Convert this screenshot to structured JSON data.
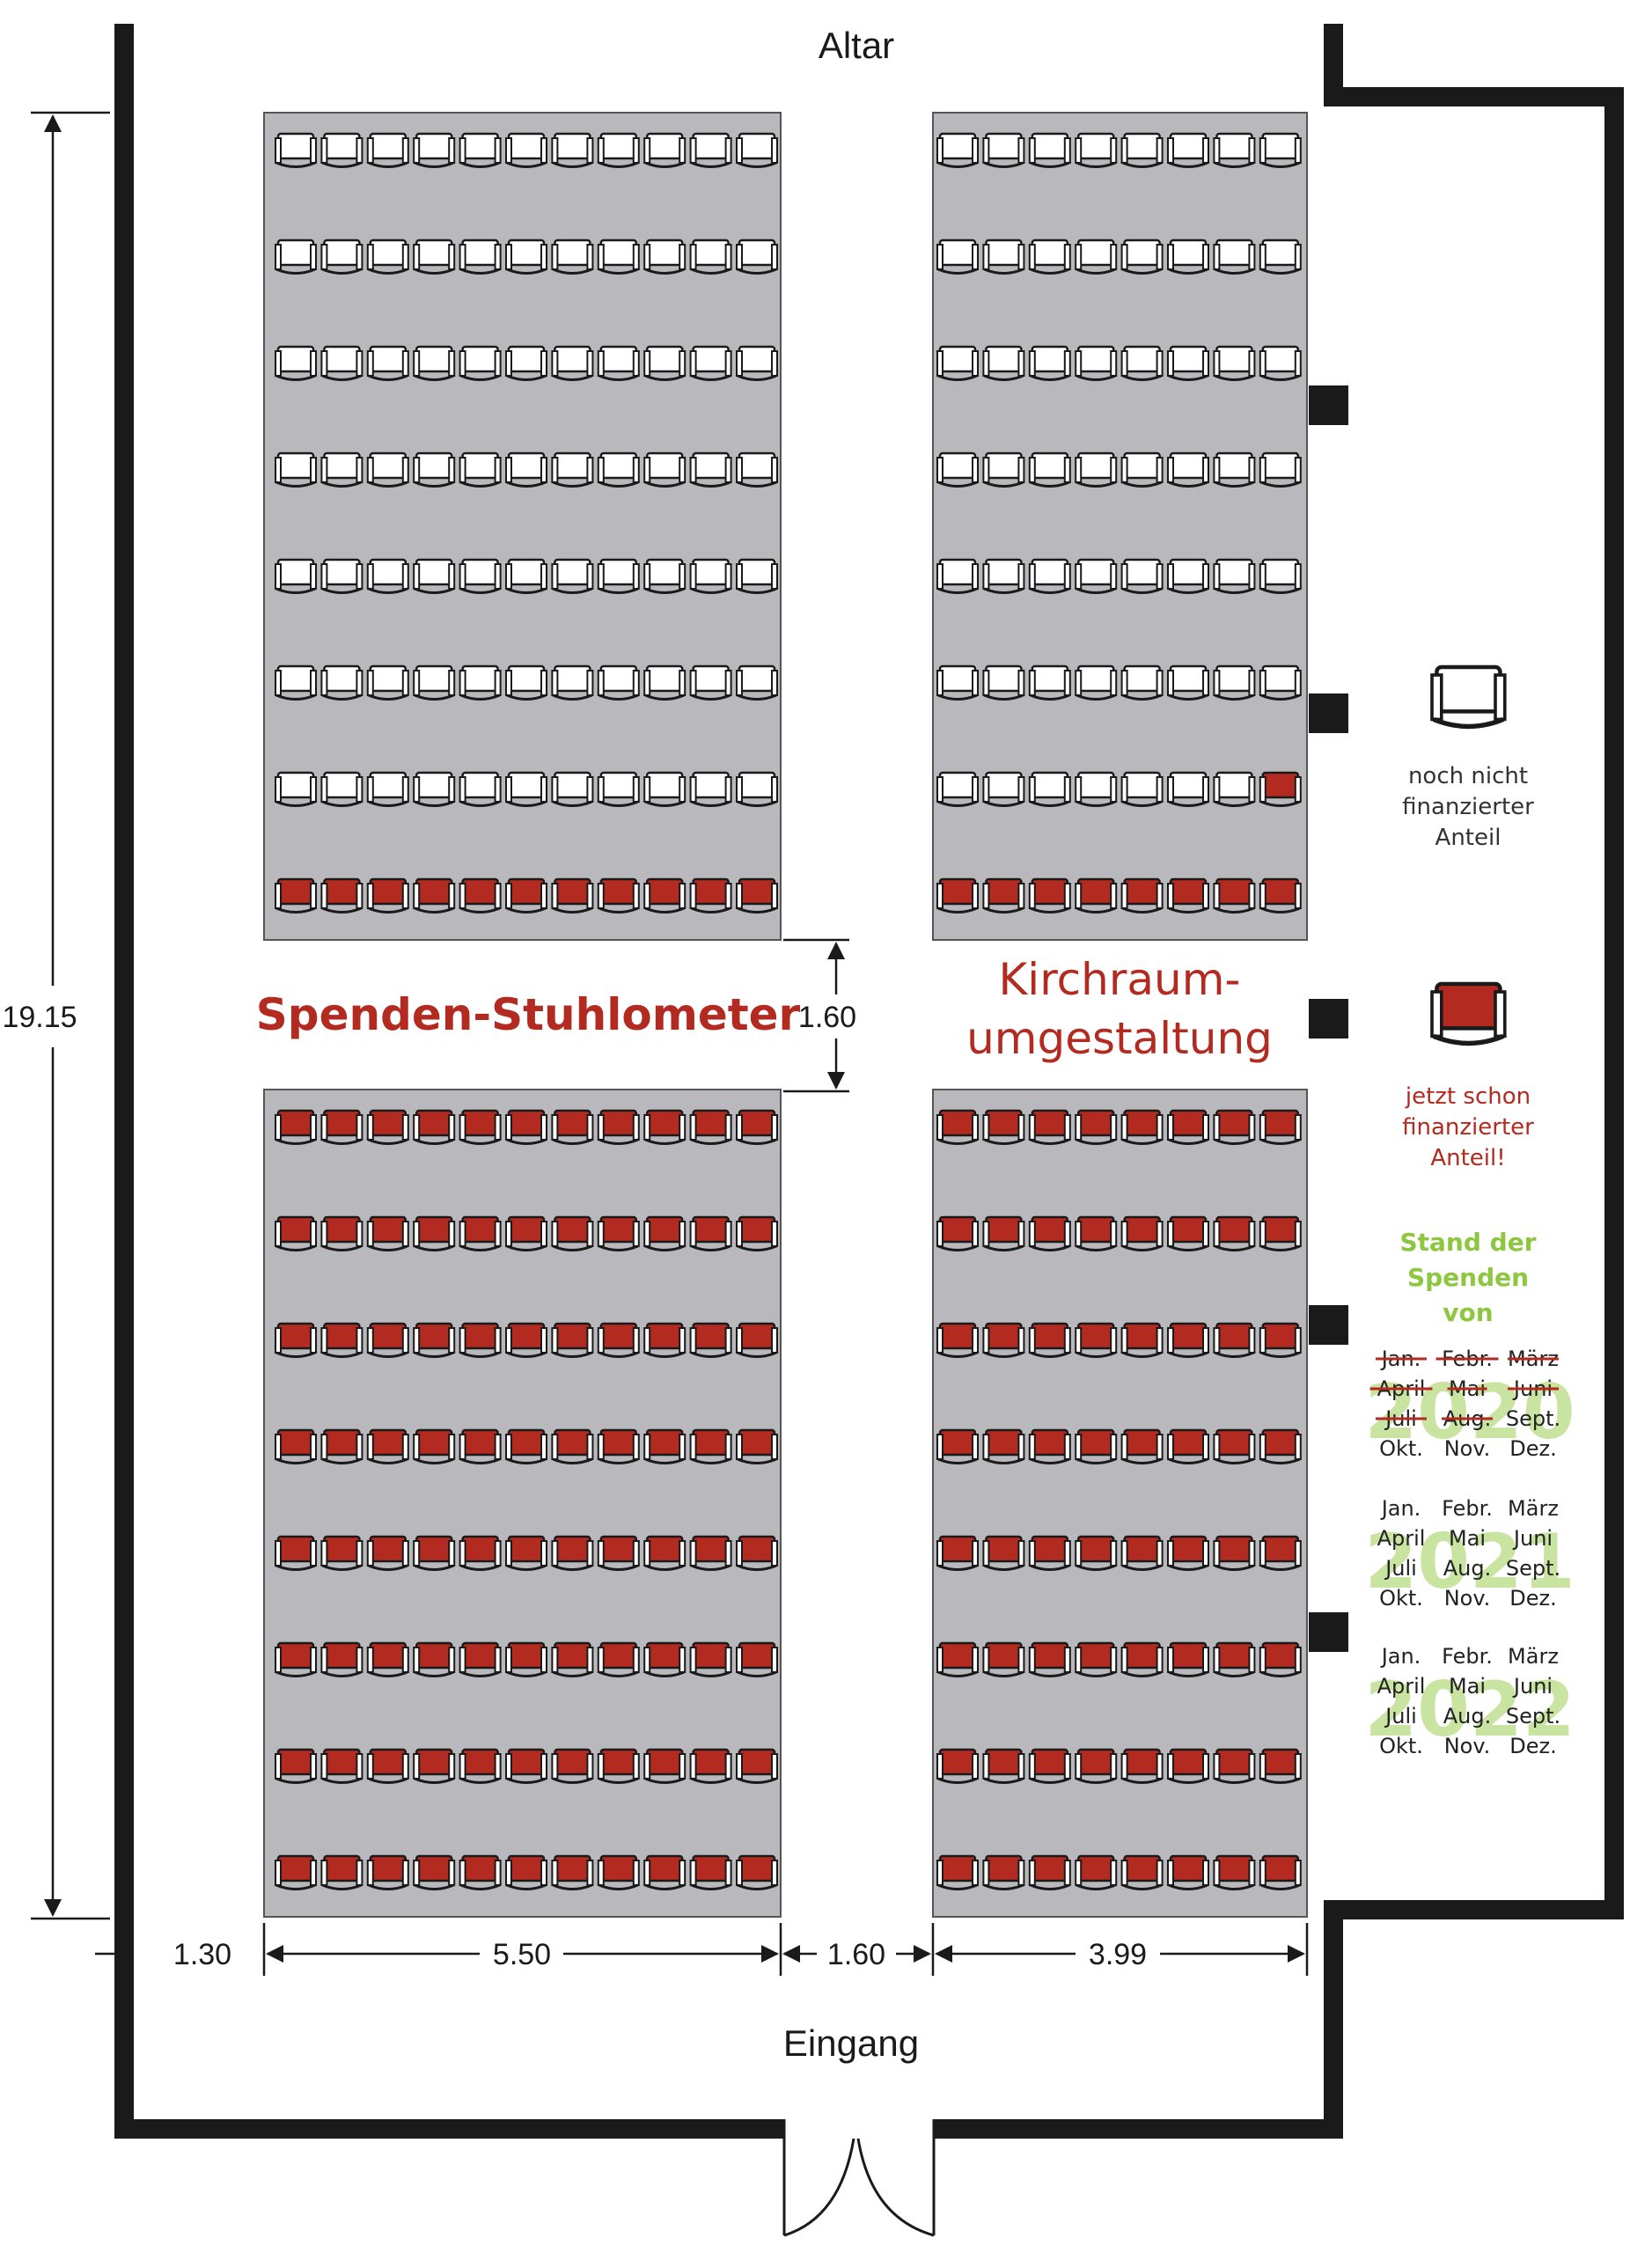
{
  "labels": {
    "altar": "Altar",
    "entrance": "Eingang",
    "title": "Spenden-Stuhlometer",
    "subtitle_line1": "Kirchraum-",
    "subtitle_line2": "umgestaltung"
  },
  "dimensions": {
    "length_total": "19.15",
    "aisle_cross": "1.60",
    "left_margin": "1.30",
    "left_block": "5.50",
    "center_aisle": "1.60",
    "right_block": "3.99"
  },
  "legend": {
    "unfunded": [
      "noch nicht",
      "finanzierter",
      "Anteil"
    ],
    "funded": [
      "jetzt schon",
      "finanzierter",
      "Anteil!"
    ],
    "stand_heading": [
      "Stand der",
      "Spenden",
      "von"
    ]
  },
  "colors": {
    "funded": "#b22a20",
    "unfunded": "#ffffff",
    "block_gray": "#b9b9bd",
    "wall": "#1a1a1a",
    "green": "#8dc63f",
    "year_green": "#c9e4a0"
  },
  "seating": {
    "left_block": {
      "seats_per_row": 11,
      "front_rows": 8,
      "back_rows": 8
    },
    "right_block": {
      "seats_per_row": 8,
      "front_rows": 8,
      "back_rows": 8
    },
    "funded_front_left_rows": 1,
    "funded_front_right_rows": 1,
    "funded_front_right_extra_seats": 1,
    "funded_back_rows": "all"
  },
  "donation_status": [
    {
      "year": "2020",
      "months": [
        [
          "Jan.",
          "Febr.",
          "März"
        ],
        [
          "April",
          "Mai",
          "Juni"
        ],
        [
          "Juli",
          "Aug.",
          "Sept."
        ],
        [
          "Okt.",
          "Nov.",
          "Dez."
        ]
      ],
      "struck_count": 8
    },
    {
      "year": "2021",
      "months": [
        [
          "Jan.",
          "Febr.",
          "März"
        ],
        [
          "April",
          "Mai",
          "Juni"
        ],
        [
          "Juli",
          "Aug.",
          "Sept."
        ],
        [
          "Okt.",
          "Nov.",
          "Dez."
        ]
      ],
      "struck_count": 0
    },
    {
      "year": "2022",
      "months": [
        [
          "Jan.",
          "Febr.",
          "März"
        ],
        [
          "April",
          "Mai",
          "Juni"
        ],
        [
          "Juli",
          "Aug.",
          "Sept."
        ],
        [
          "Okt.",
          "Nov.",
          "Dez."
        ]
      ],
      "struck_count": 0
    }
  ]
}
